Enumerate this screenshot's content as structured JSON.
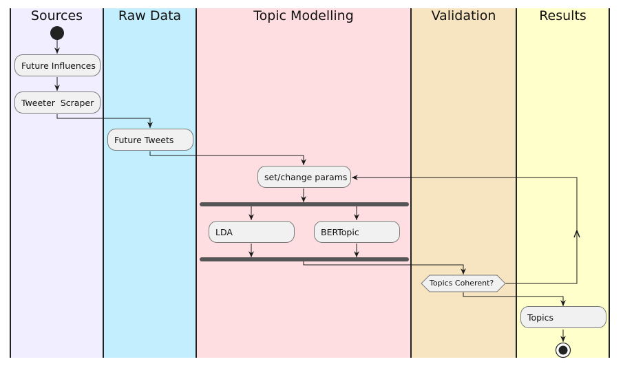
{
  "lanes": {
    "sources": "Sources",
    "raw_data": "Raw Data",
    "topic_modelling": "Topic Modelling",
    "validation": "Validation",
    "results": "Results"
  },
  "nodes": {
    "future_influences": "Future Influences",
    "tweeter_scraper": "Tweeter  Scraper",
    "future_tweets": "Future Tweets",
    "set_change_params": "set/change params",
    "lda": "LDA",
    "bertopic": "BERTopic",
    "topics_coherent": "Topics Coherent?",
    "topics": "Topics"
  },
  "colors": {
    "sources_lane": "#F0EEFF",
    "raw_data_lane": "#C2EEFD",
    "topic_modelling_lane": "#FFDEE2",
    "validation_lane": "#F7E4C0",
    "results_lane": "#FFFFCC",
    "node_fill": "#F1F1F1",
    "line": "#1A1A1A"
  }
}
